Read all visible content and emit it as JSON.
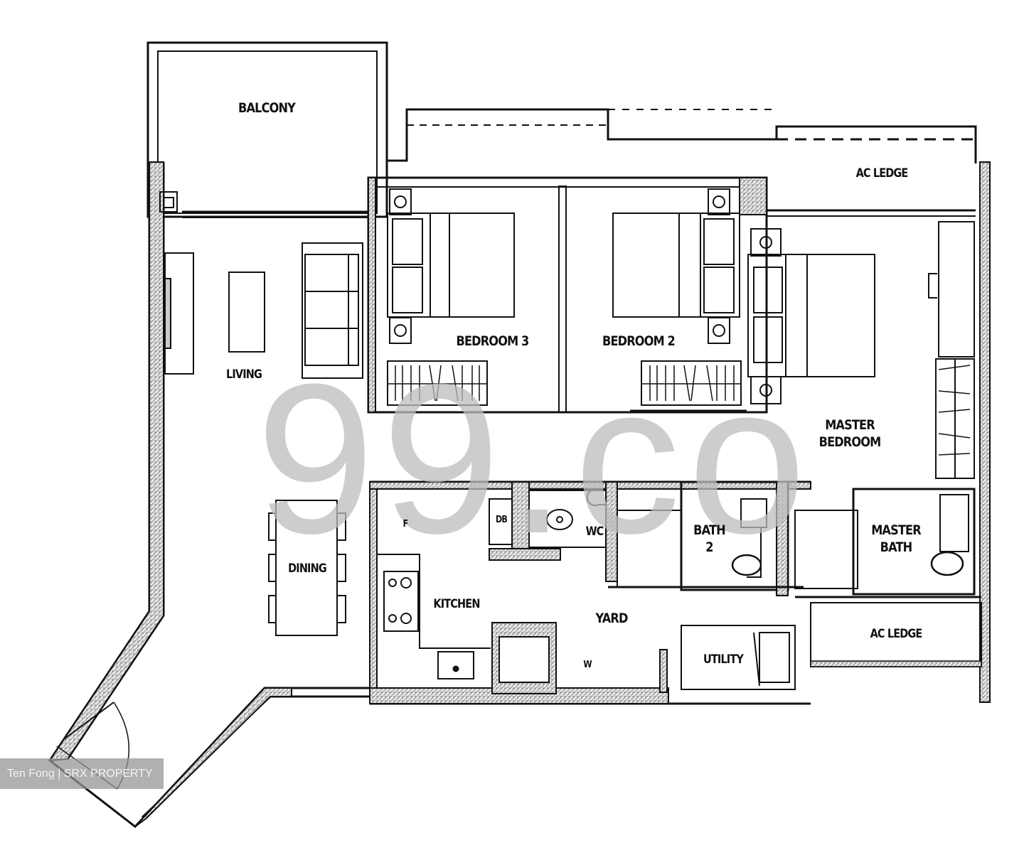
{
  "floor_plan": {
    "rooms": [
      {
        "id": "balcony",
        "label": "BALCONY"
      },
      {
        "id": "ac_ledge_top",
        "label": "AC LEDGE"
      },
      {
        "id": "living",
        "label": "LIVING"
      },
      {
        "id": "bedroom_3",
        "label": "BEDROOM 3"
      },
      {
        "id": "bedroom_2",
        "label": "BEDROOM 2"
      },
      {
        "id": "master_bedroom",
        "label_line1": "MASTER",
        "label_line2": "BEDROOM"
      },
      {
        "id": "dining",
        "label": "DINING"
      },
      {
        "id": "kitchen",
        "label": "KITCHEN"
      },
      {
        "id": "yard",
        "label": "YARD"
      },
      {
        "id": "wc",
        "label": "WC"
      },
      {
        "id": "bath_2",
        "label_line1": "BATH",
        "label_line2": "2"
      },
      {
        "id": "master_bath",
        "label_line1": "MASTER",
        "label_line2": "BATH"
      },
      {
        "id": "utility",
        "label": "UTILITY"
      },
      {
        "id": "ac_ledge_bottom",
        "label": "AC LEDGE"
      }
    ],
    "fixture_labels": {
      "fridge": "F",
      "db": "DB",
      "washer": "W"
    }
  },
  "watermark": {
    "text": "99.co"
  },
  "credit": {
    "text": "Ten Fong | SRX PROPERTY"
  },
  "colors": {
    "wall_outline": "#111111",
    "wall_fill": "#d8d8d8",
    "watermark": "#bdbdbd",
    "credit_bg": "#969696",
    "credit_text": "#f4f4f4"
  }
}
